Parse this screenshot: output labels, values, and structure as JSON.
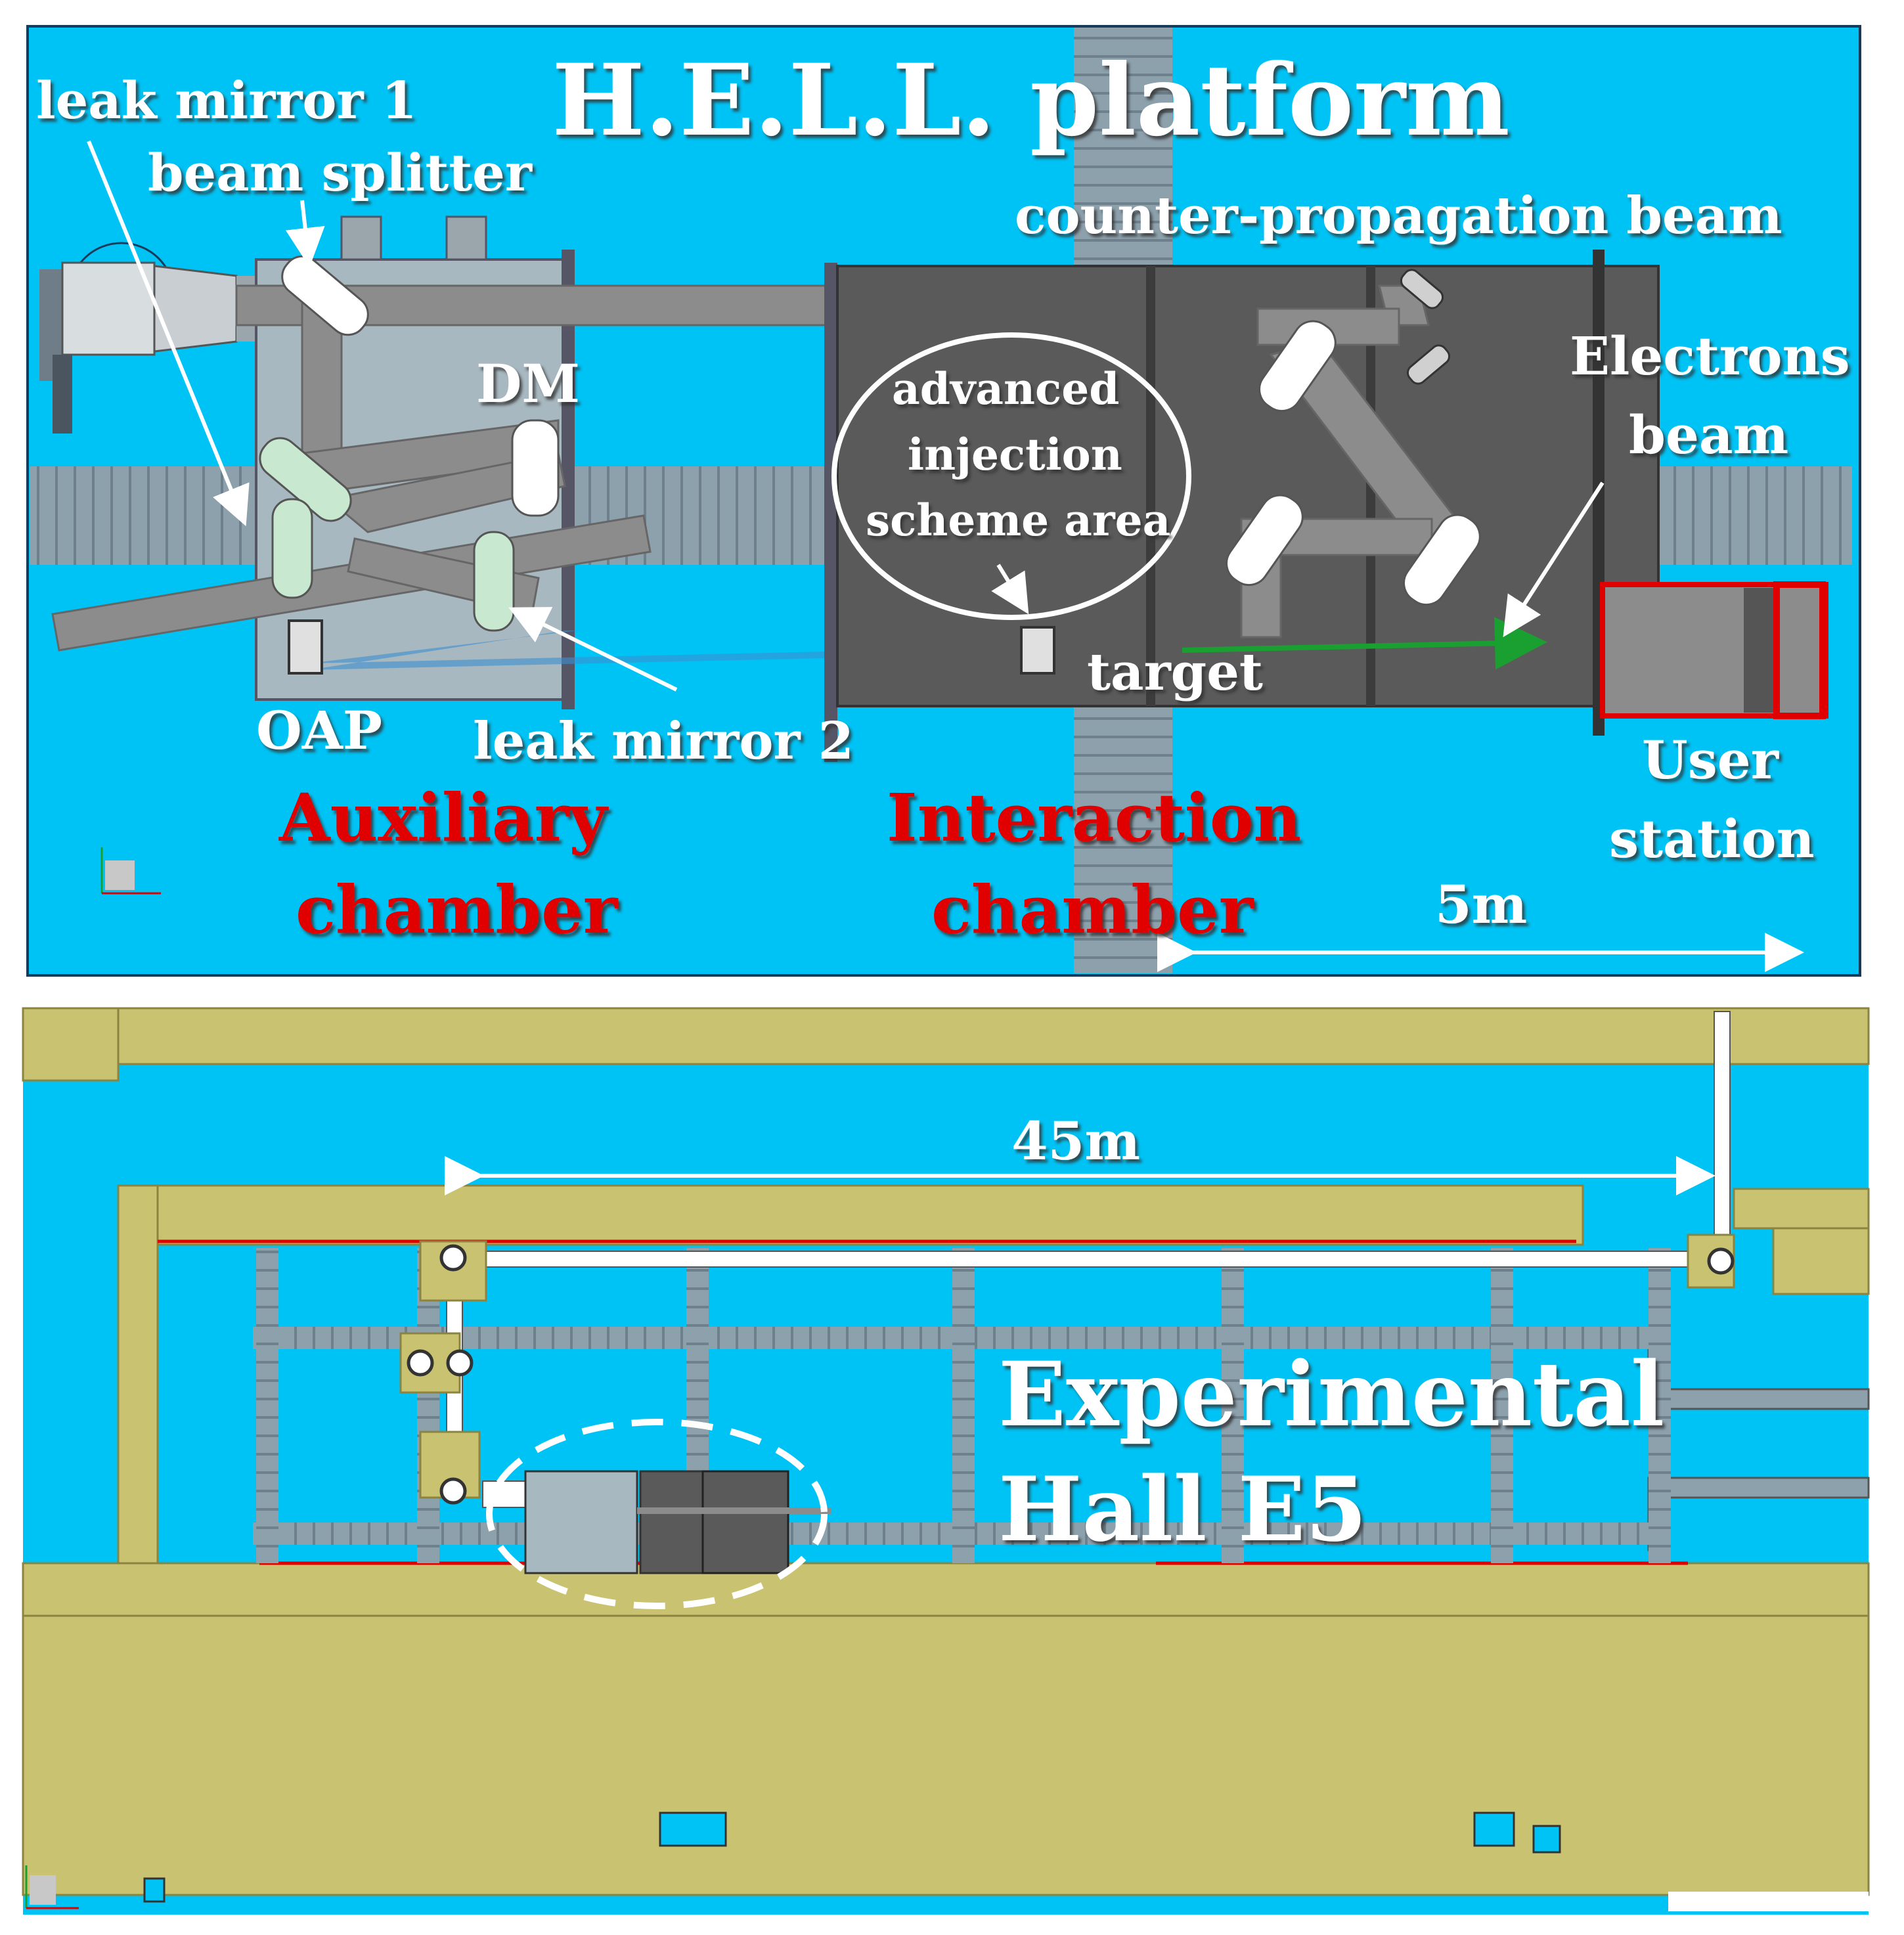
{
  "top_panel": {
    "title": "H.E.L.L. platform",
    "labels": {
      "leak_mirror_1": "leak mirror 1",
      "beam_splitter": "beam splitter",
      "dm": "DM",
      "oap": "OAP",
      "leak_mirror_2": "leak mirror 2",
      "counter_propagation_beam": "counter-propagation beam",
      "electrons_beam_1": "Electrons",
      "electrons_beam_2": "beam",
      "advanced_1": "advanced",
      "advanced_2": "injection",
      "advanced_3": "scheme area",
      "target": "target",
      "user_station_1": "User",
      "user_station_2": "station",
      "auxiliary_1": "Auxiliary",
      "auxiliary_2": "chamber",
      "interaction_1": "Interaction",
      "interaction_2": "chamber",
      "scale": "5m"
    }
  },
  "bottom_panel": {
    "labels": {
      "scale": "45m",
      "hall_1": "Experimental",
      "hall_2": "Hall E5"
    }
  },
  "colors": {
    "sky": "#00c3f5",
    "floor": "#c9c271",
    "chamber_dark": "#5a5a5a",
    "aux_chamber": "#a8b8c0",
    "beam_gray": "#8c8c8c",
    "red_text": "#e00000",
    "green_beam": "#1aa030"
  }
}
